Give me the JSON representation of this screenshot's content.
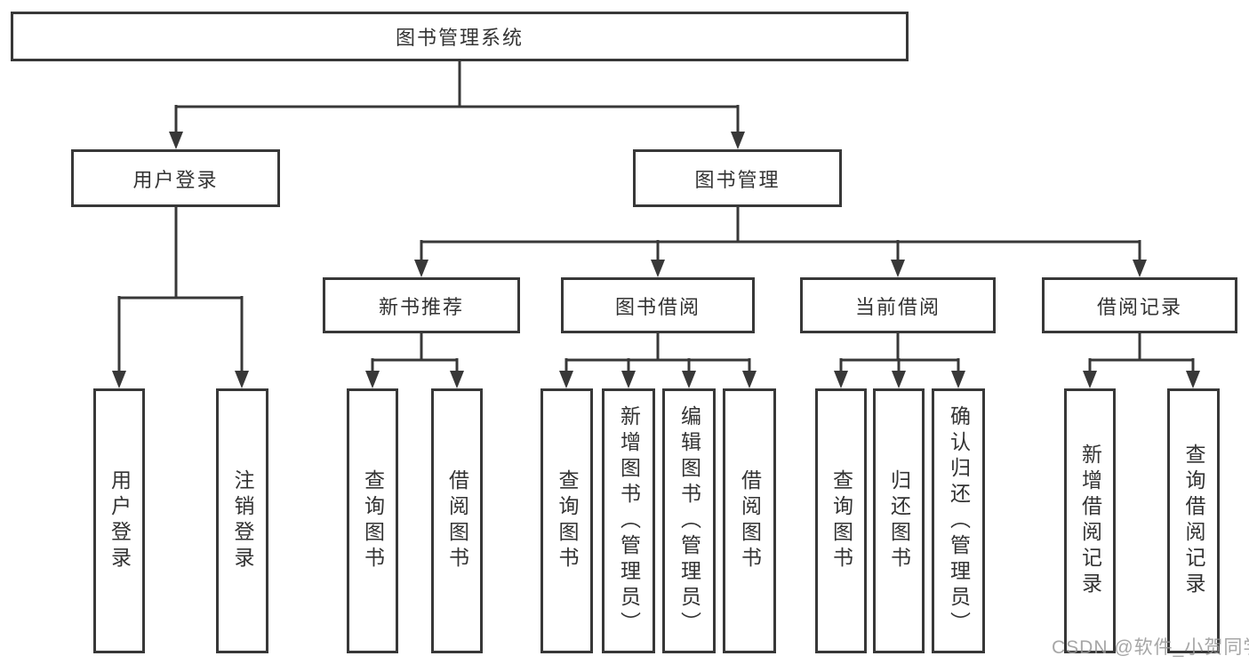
{
  "diagram": {
    "root": {
      "label": "图书管理系统"
    },
    "branches": [
      {
        "label": "用户登录",
        "children": [
          "用户登录",
          "注销登录"
        ]
      },
      {
        "label": "图书管理"
      }
    ],
    "sections": [
      {
        "label": "新书推荐",
        "children": [
          "查询图书",
          "借阅图书"
        ]
      },
      {
        "label": "图书借阅",
        "children": [
          "查询图书",
          "新增图书（管理员）",
          "编辑图书（管理员）",
          "借阅图书"
        ]
      },
      {
        "label": "当前借阅",
        "children": [
          "查询图书",
          "归还图书",
          "确认归还（管理员）"
        ]
      },
      {
        "label": "借阅记录",
        "children": [
          "新增借阅记录",
          "查询借阅记录"
        ]
      }
    ]
  },
  "colors": {
    "line": "#383838",
    "text": "#333333",
    "watermark": "#969696",
    "background": "#ffffff"
  },
  "watermark": {
    "text": "CSDN @软件_小贺同学"
  }
}
